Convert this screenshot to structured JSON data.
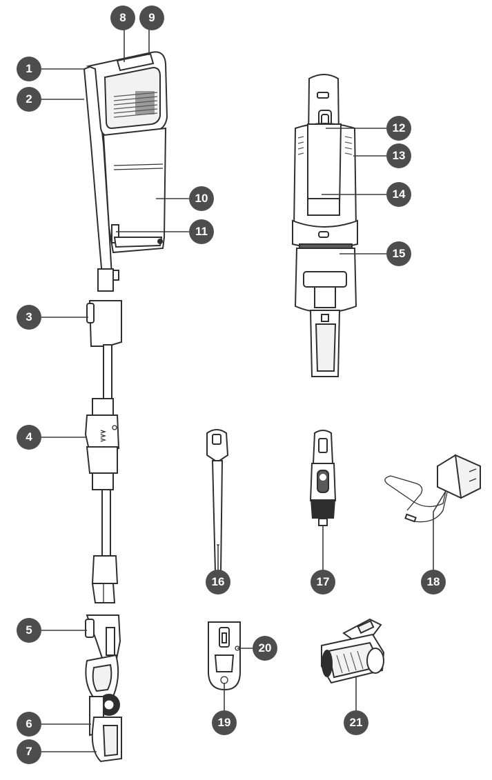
{
  "callouts": [
    "1",
    "2",
    "3",
    "4",
    "5",
    "6",
    "7",
    "8",
    "9",
    "10",
    "11",
    "12",
    "13",
    "14",
    "15",
    "16",
    "17",
    "18",
    "19",
    "20",
    "21"
  ],
  "colors": {
    "badge": "#4d4d4d",
    "line": "#3a3a3a",
    "part_stroke": "#2e2e2e"
  }
}
